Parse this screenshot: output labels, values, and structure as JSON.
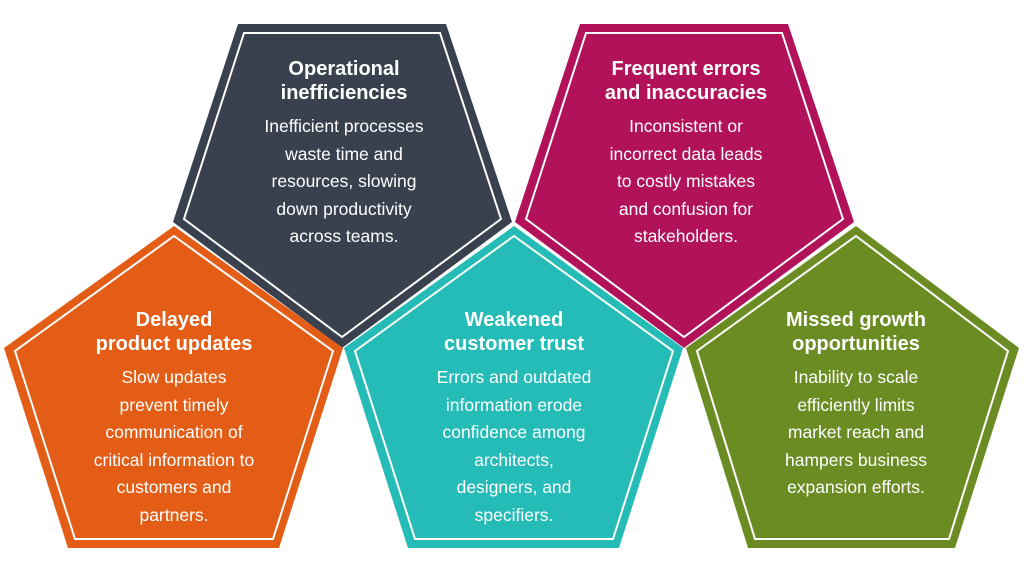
{
  "colors": {
    "navy": "#39404e",
    "magenta": "#b2125a",
    "orange": "#e35d16",
    "teal": "#25bbb6",
    "olive": "#6b8c23",
    "outline": "#ffffff"
  },
  "pentagons": {
    "operational": {
      "title_line1": "Operational",
      "title_line2": "inefficiencies",
      "body": [
        "Inefficient processes",
        "waste time and",
        "resources, slowing",
        "down productivity",
        "across teams."
      ]
    },
    "frequent": {
      "title_line1": "Frequent errors",
      "title_line2": "and inaccuracies",
      "body": [
        "Inconsistent or",
        "incorrect data leads",
        "to costly mistakes",
        "and confusion for",
        "stakeholders."
      ]
    },
    "delayed": {
      "title_line1": "Delayed",
      "title_line2": "product updates",
      "body": [
        "Slow updates",
        "prevent timely",
        "communication of",
        "critical information to",
        "customers and",
        "partners."
      ]
    },
    "weakened": {
      "title_line1": "Weakened",
      "title_line2": "customer trust",
      "body": [
        "Errors and outdated",
        "information erode",
        "confidence among",
        "architects,",
        "designers, and",
        "specifiers."
      ]
    },
    "missed": {
      "title_line1": "Missed growth",
      "title_line2": "opportunities",
      "body": [
        "Inability to scale",
        "efficiently limits",
        "market reach and",
        "hampers business",
        "expansion efforts."
      ]
    }
  }
}
